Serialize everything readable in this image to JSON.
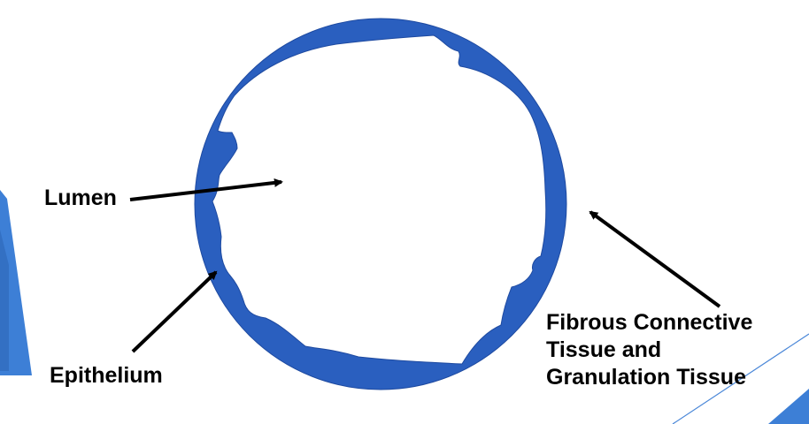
{
  "title_fragment": "",
  "labels": {
    "lumen": "Lumen",
    "epithelium": "Epithelium",
    "fibrous_line1": "Fibrous Connective",
    "fibrous_line2": "Tissue and",
    "fibrous_line3": "Granulation Tissue"
  },
  "colors": {
    "wall": "#2a5fbf",
    "wall_edge": "#1e4aa0",
    "accent_left": "#3d7fd6",
    "accent_line": "#4a87d8",
    "text": "#000000",
    "background": "#ffffff"
  }
}
